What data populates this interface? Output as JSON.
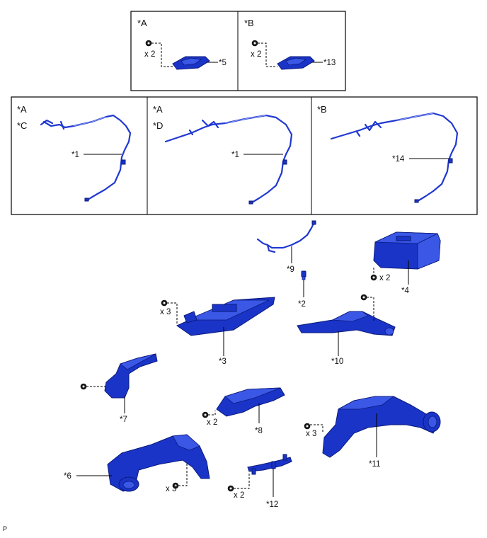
{
  "labels": {
    "A": "*A",
    "B": "*B",
    "C": "*C",
    "D": "*D",
    "p1": "*1",
    "p2": "*2",
    "p3": "*3",
    "p4": "*4",
    "p5": "*5",
    "p6": "*6",
    "p7": "*7",
    "p8": "*8",
    "p9": "*9",
    "p10": "*10",
    "p11": "*11",
    "p12": "*12",
    "p13": "*13",
    "p14": "*14"
  },
  "quantities": {
    "x2": "x 2",
    "x3": "x 3"
  },
  "footer": "P",
  "colors": {
    "part_blue": "#1a34c8",
    "part_light": "#3a57e6",
    "outline": "#000000"
  },
  "icons": {
    "clip": "clip-icon"
  }
}
